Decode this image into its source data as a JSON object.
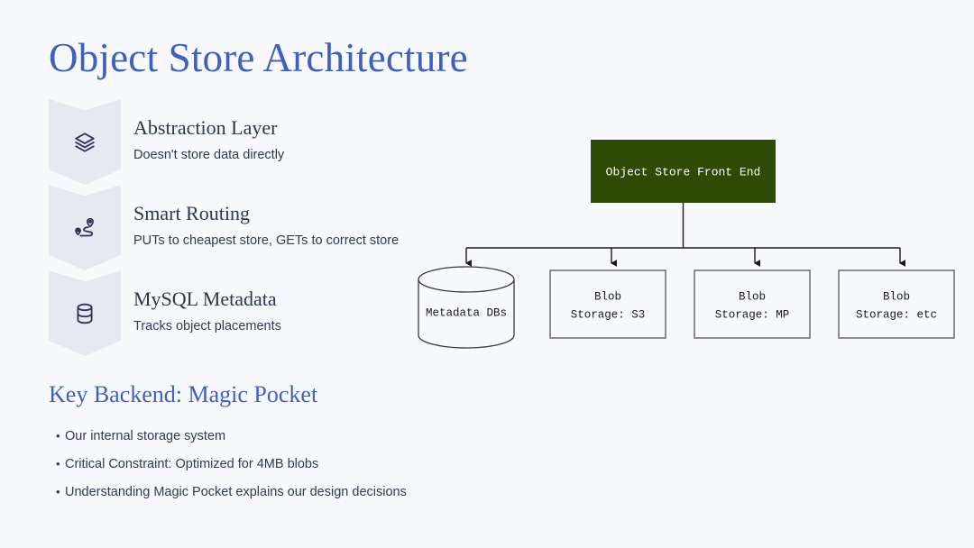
{
  "slide": {
    "title": "Object Store Architecture",
    "background_color": "#f8f9fc",
    "accent_color": "#3f60bf"
  },
  "features": [
    {
      "icon": "layers-icon",
      "title": "Abstraction Layer",
      "subtitle": "Doesn't store data directly"
    },
    {
      "icon": "route-icon",
      "title": "Smart Routing",
      "subtitle": "PUTs to cheapest store, GETs to correct store"
    },
    {
      "icon": "database-icon",
      "title": "MySQL Metadata",
      "subtitle": "Tracks object placements"
    }
  ],
  "section": {
    "heading": "Key Backend: Magic Pocket",
    "bullet_marker": "•",
    "bullets": [
      "Our internal storage system",
      "Critical Constraint: Optimized for 4MB blobs",
      "Understanding Magic Pocket explains our design decisions"
    ]
  },
  "diagram": {
    "root": {
      "label": "Object Store Front End",
      "fill": "#2f4a06",
      "text_color": "#ffffff"
    },
    "children": [
      {
        "shape": "cylinder",
        "line1": "Metadata DBs",
        "line2": ""
      },
      {
        "shape": "box",
        "line1": "Blob",
        "line2": "Storage: S3"
      },
      {
        "shape": "box",
        "line1": "Blob",
        "line2": "Storage: MP"
      },
      {
        "shape": "box",
        "line1": "Blob",
        "line2": "Storage: etc"
      }
    ],
    "connector_color": "#1a1a1a",
    "box_border_color": "#6b6b6b"
  }
}
